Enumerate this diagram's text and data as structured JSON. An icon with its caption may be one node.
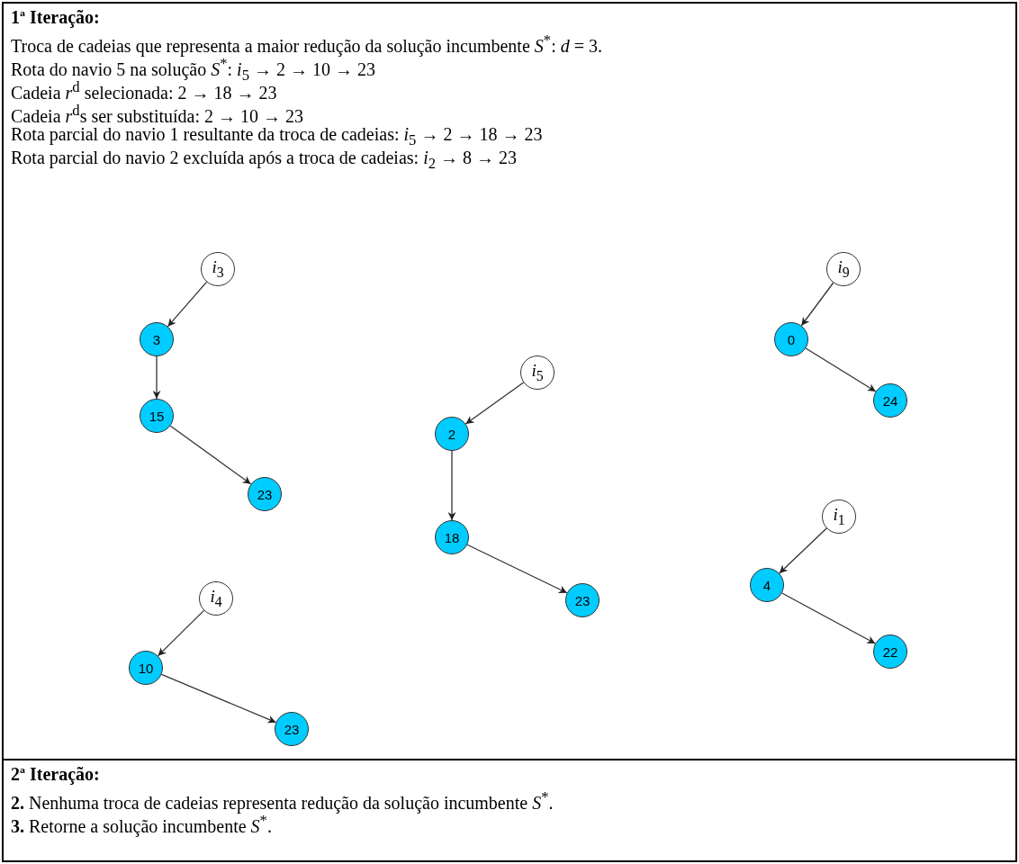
{
  "diagram": {
    "nodes": [
      {
        "text": [
          "1ª Iteração:",
          "Troca de cadeias que representa a maior redução da solução incumbente *S*$^{*}$: *d* = 3.",
          "Rota do navio 5 na solução *S*$^{*}$: *i*$_{5}$ → 2 → 10 → 23",
          "Cadeia *r*$^{d}$ selecionada: 2 → 18 → 23",
          "Cadeia *r*$^{d}$s ser substituída: 2 → 10 → 23",
          "Rota parcial do navio 1 resultante da troca de cadeias: *i*$_{5}$ → 2 → 18 → 23",
          "Rota parcial do navio 2 excluída após a troca de cadeias: *i*$_{2}$ → 8 → 23"
        ]
      },
      {
        "text": [
          "2ª Iteração:",
          "**2.** Nenhuma troca de cadeias representa redução da solução incumbente *S*$^{*}$.",
          "**3.** Retorne a solução incumbente *S*$^{*}$."
        ]
      },
      {
        "text": [
          "*i*$_{3}$"
        ],
        "in": 0
      },
      {
        "text": [
          "3"
        ],
        "in": 0
      },
      {
        "text": [
          "15"
        ],
        "in": 0
      },
      {
        "text": [
          "23"
        ],
        "in": 0
      },
      {
        "text": [
          "*i*$_{9}$"
        ],
        "in": 0
      },
      {
        "text": [
          "0"
        ],
        "in": 0
      },
      {
        "text": [
          "24"
        ],
        "in": 0
      },
      {
        "text": [
          "*i*$_{5}$"
        ],
        "in": 0
      },
      {
        "text": [
          "2"
        ],
        "in": 0
      },
      {
        "text": [
          "18"
        ],
        "in": 0
      },
      {
        "text": [
          "23"
        ],
        "in": 0
      },
      {
        "text": [
          "*i*$_{1}$"
        ],
        "in": 0
      },
      {
        "text": [
          "4"
        ],
        "in": 0
      },
      {
        "text": [
          "22"
        ],
        "in": 0
      },
      {
        "text": [
          "*i*$_{4}$"
        ],
        "in": 0
      },
      {
        "text": [
          "10"
        ],
        "in": 0
      },
      {
        "text": [
          "23"
        ],
        "in": 0
      }
    ],
    "edges": [
      {
        "from": 2,
        "to": 3,
        "arrow": "to"
      },
      {
        "from": 3,
        "to": 4,
        "arrow": "to"
      },
      {
        "from": 4,
        "to": 5,
        "arrow": "to"
      },
      {
        "from": 6,
        "to": 7,
        "arrow": "to"
      },
      {
        "from": 7,
        "to": 8,
        "arrow": "to"
      },
      {
        "from": 9,
        "to": 10,
        "arrow": "to"
      },
      {
        "from": 10,
        "to": 11,
        "arrow": "to"
      },
      {
        "from": 11,
        "to": 12,
        "arrow": "to"
      },
      {
        "from": 13,
        "to": 14,
        "arrow": "to"
      },
      {
        "from": 14,
        "to": 15,
        "arrow": "to"
      },
      {
        "from": 16,
        "to": 17,
        "arrow": "to"
      },
      {
        "from": 17,
        "to": 18,
        "arrow": "to"
      }
    ]
  }
}
